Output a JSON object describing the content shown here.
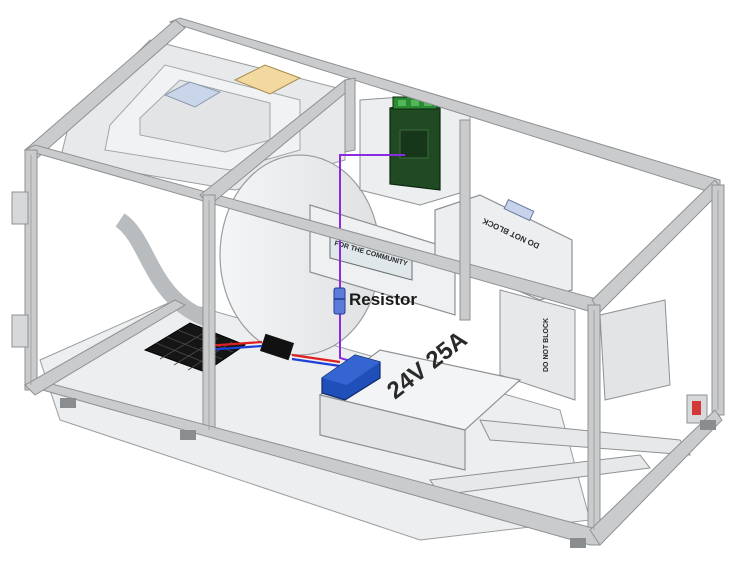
{
  "diagram": {
    "callout_label": "Resistor",
    "display_text": "FOR THE COMMUNITY",
    "psu_label": "24V 25A",
    "do_not_block_top": "DO NOT BLOCK",
    "do_not_block_side": "DO NOT BLOCK"
  },
  "colors": {
    "frame": "#c9cbcc",
    "frame_edge": "#8e9193",
    "panel": "#e9eaeb",
    "wire_purple": "#8a2be2",
    "wire_red": "#e02020",
    "wire_blue": "#1f3fd6",
    "board_green": "#1f4a22",
    "module_blue": "#1f4fb8",
    "peltier_black": "#151515",
    "resistor_blue": "#5b7bdc"
  }
}
